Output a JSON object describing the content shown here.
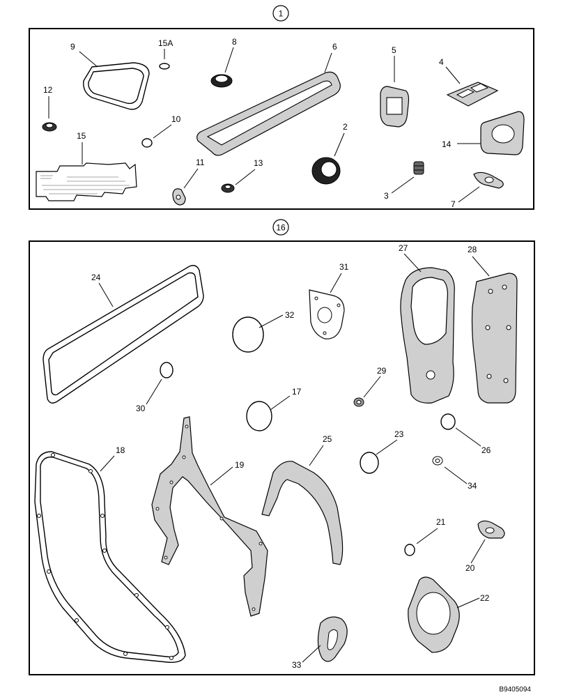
{
  "figure_id": "B9405094",
  "kits": [
    {
      "number": "1"
    },
    {
      "number": "16"
    }
  ],
  "parts": {
    "p1": {
      "label": "9"
    },
    "p2": {
      "label": "15A"
    },
    "p3": {
      "label": "8"
    },
    "p4": {
      "label": "6"
    },
    "p5": {
      "label": "5"
    },
    "p6": {
      "label": "4"
    },
    "p7": {
      "label": "12"
    },
    "p8": {
      "label": "10"
    },
    "p9": {
      "label": "2"
    },
    "p10": {
      "label": "15"
    },
    "p11": {
      "label": "14"
    },
    "p12": {
      "label": "11"
    },
    "p13": {
      "label": "13"
    },
    "p14": {
      "label": "3"
    },
    "p15": {
      "label": "7"
    },
    "p16": {
      "label": "27"
    },
    "p17": {
      "label": "28"
    },
    "p18": {
      "label": "24"
    },
    "p19": {
      "label": "31"
    },
    "p20": {
      "label": "32"
    },
    "p21": {
      "label": "29"
    },
    "p22": {
      "label": "30"
    },
    "p23": {
      "label": "17"
    },
    "p24": {
      "label": "26"
    },
    "p25": {
      "label": "18"
    },
    "p26": {
      "label": "25"
    },
    "p27": {
      "label": "23"
    },
    "p28": {
      "label": "19"
    },
    "p29": {
      "label": "34"
    },
    "p30": {
      "label": "21"
    },
    "p31": {
      "label": "20"
    },
    "p32": {
      "label": "22"
    },
    "p33": {
      "label": "33"
    }
  }
}
